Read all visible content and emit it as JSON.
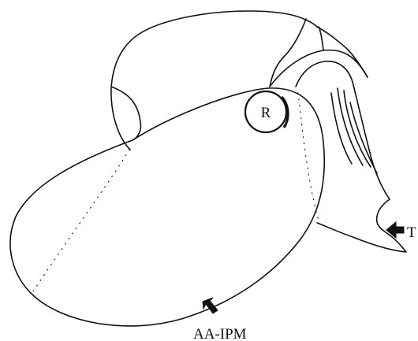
{
  "labels": {
    "ring": "R",
    "right_arrow": "T",
    "bottom_arrow": "AA-IPM"
  }
}
